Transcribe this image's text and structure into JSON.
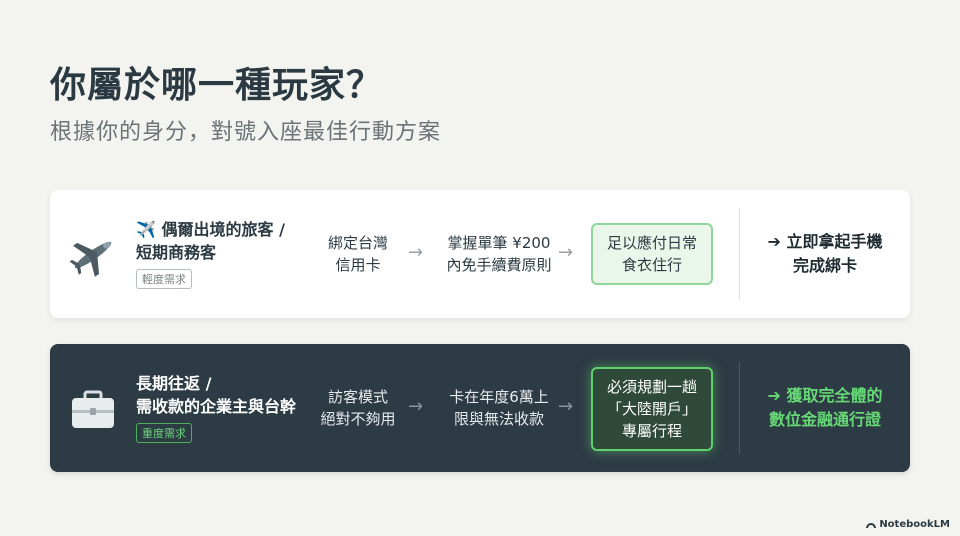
{
  "header": {
    "title": "你屬於哪一種玩家？",
    "subtitle": "根據你的身分，對號入座最佳行動方案"
  },
  "cards": [
    {
      "theme": "light",
      "icon": "airplane-icon",
      "persona_title": "✈️ 偶爾出境的旅客 /\n短期商務客",
      "badge": "輕度需求",
      "step1": "綁定台灣\n信用卡",
      "step2": "掌握單筆 ¥200\n內免手續費原則",
      "highlight": "足以應付日常\n食衣住行",
      "cta": "➔ 立即拿起手機\n完成綁卡"
    },
    {
      "theme": "dark",
      "icon": "briefcase-icon",
      "persona_title": "長期往返 /\n需收款的企業主與台幹",
      "badge": "重度需求",
      "step1": "訪客模式\n絕對不夠用",
      "step2": "卡在年度6萬上\n限與無法收款",
      "highlight": "必須規劃一趟\n「大陸開戶」\n專屬行程",
      "cta": "➔ 獲取完全體的\n數位金融通行證"
    }
  ],
  "arrow_glyph": "→",
  "brand": "NotebookLM",
  "colors": {
    "background": "#f3f3ef",
    "dark_card": "#2d3b44",
    "accent_green": "#5fd06e"
  }
}
